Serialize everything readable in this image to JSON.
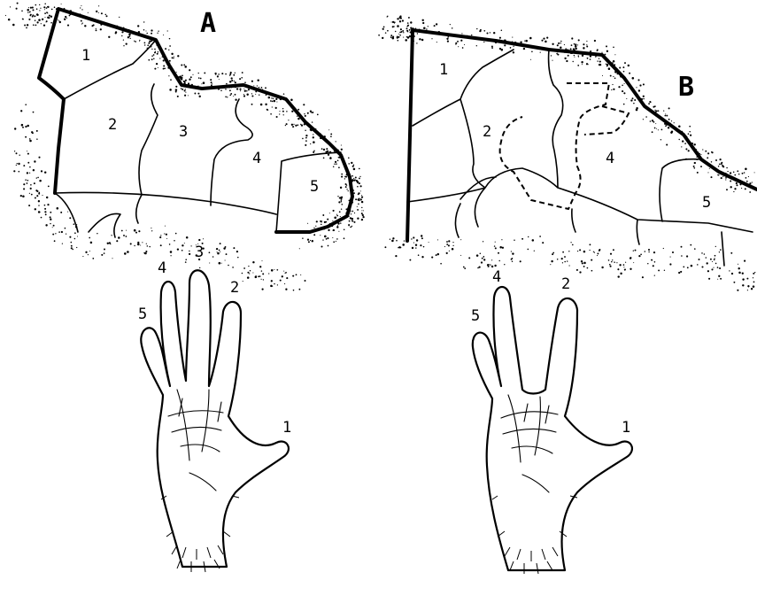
{
  "panels": [
    {
      "letter": "A",
      "regions": [
        "1",
        "2",
        "3",
        "4",
        "5"
      ],
      "digits": [
        "1",
        "2",
        "3",
        "4",
        "5"
      ]
    },
    {
      "letter": "B",
      "regions": [
        "1",
        "2",
        "4",
        "5"
      ],
      "digits": [
        "1",
        "2",
        "4",
        "5"
      ]
    }
  ]
}
